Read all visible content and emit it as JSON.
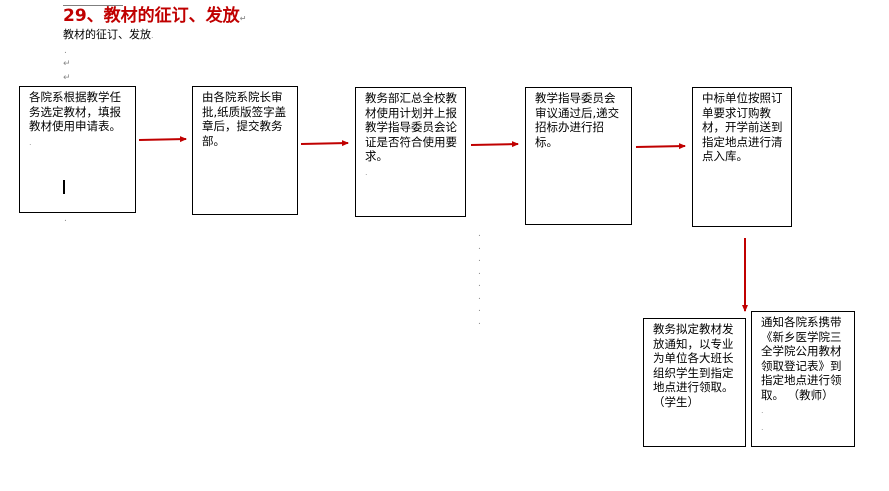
{
  "document": {
    "title": "29、教材的征订、发放",
    "subtitle": "教材的征订、发放",
    "paragraph_mark": "↵",
    "small_mark": "."
  },
  "flow": {
    "steps": [
      {
        "text": "各院系根据教学任务选定教材，填报教材使用申请表。"
      },
      {
        "text": "由各院系院长审批,纸质版签字盖章后，提交教务部。"
      },
      {
        "text": "教务部汇总全校教材使用计划并上报教学指导委员会论证是否符合使用要求。"
      },
      {
        "text": "教学指导委员会审议通过后,递交招标办进行招标。"
      },
      {
        "text": "中标单位按照订单要求订购教材，开学前送到指定地点进行清点入库。"
      }
    ],
    "branches": [
      {
        "text": "教务拟定教材发放通知，以专业为单位各大班长组织学生到指定地点进行领取。（学生）"
      },
      {
        "text": "通知各院系携带《新乡医学院三全学院公用教材领取登记表》到指定地点进行领取。   （教师）"
      }
    ]
  },
  "colors": {
    "title": "#c00000",
    "arrow": "#c00000",
    "border": "#000000"
  }
}
